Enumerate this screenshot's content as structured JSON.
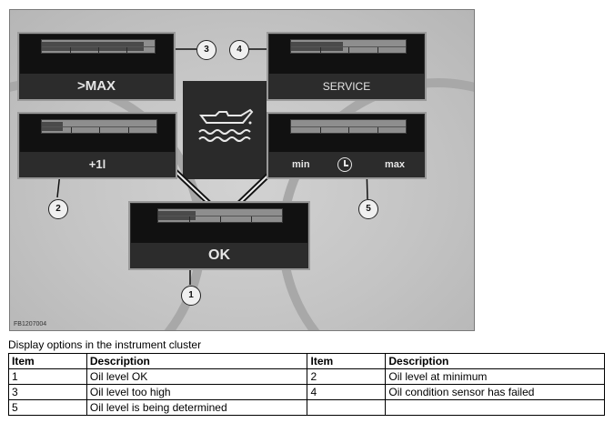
{
  "figure": {
    "figure_code": "FB1207004",
    "panels": {
      "max": {
        "label": ">MAX"
      },
      "service": {
        "label": "SERVICE"
      },
      "plus": {
        "label": "+1l"
      },
      "determining": {
        "label_min": "min",
        "label_max": "max"
      },
      "ok": {
        "label": "OK"
      }
    },
    "callouts": [
      "1",
      "2",
      "3",
      "4",
      "5"
    ]
  },
  "caption": "Display options in the instrument cluster",
  "table": {
    "headers": [
      "Item",
      "Description",
      "Item",
      "Description"
    ],
    "rows": [
      [
        "1",
        "Oil level OK",
        "2",
        "Oil level at minimum"
      ],
      [
        "3",
        "Oil level too high",
        "4",
        "Oil condition sensor has failed"
      ],
      [
        "5",
        "Oil level is being determined",
        "",
        ""
      ]
    ]
  }
}
